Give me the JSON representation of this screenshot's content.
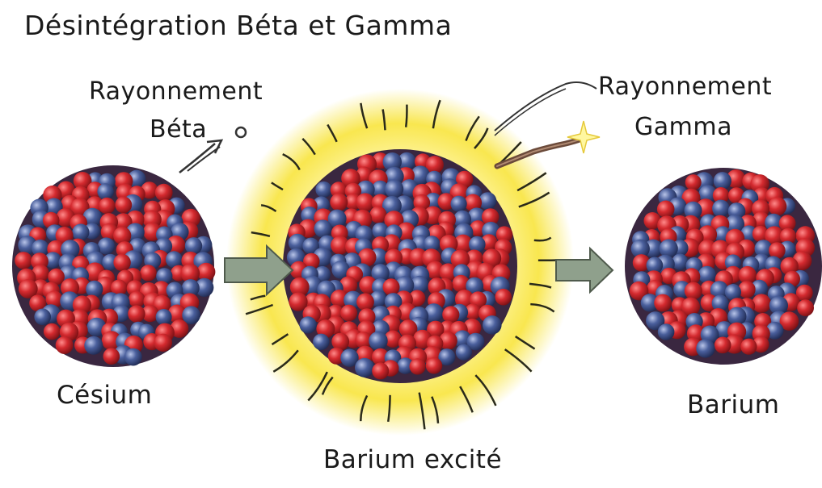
{
  "title": "Désintégration Béta et Gamma",
  "labels": {
    "beta_line1": "Rayonnement",
    "beta_line2": "Béta",
    "gamma_line1": "Rayonnement",
    "gamma_line2": "Gamma",
    "cesium": "Césium",
    "barium_excited": "Barium excité",
    "barium": "Barium"
  },
  "colors": {
    "proton": "#d42a2f",
    "neutron": "#4a5f9c",
    "glow": "#f7e23a",
    "arrow": "#8fa08c",
    "gamma_ray": "#6b4a3a"
  },
  "icons": {
    "beta_particle": "beta-particle-icon",
    "gamma_wave": "gamma-wave-icon",
    "arrow": "right-arrow-icon"
  }
}
